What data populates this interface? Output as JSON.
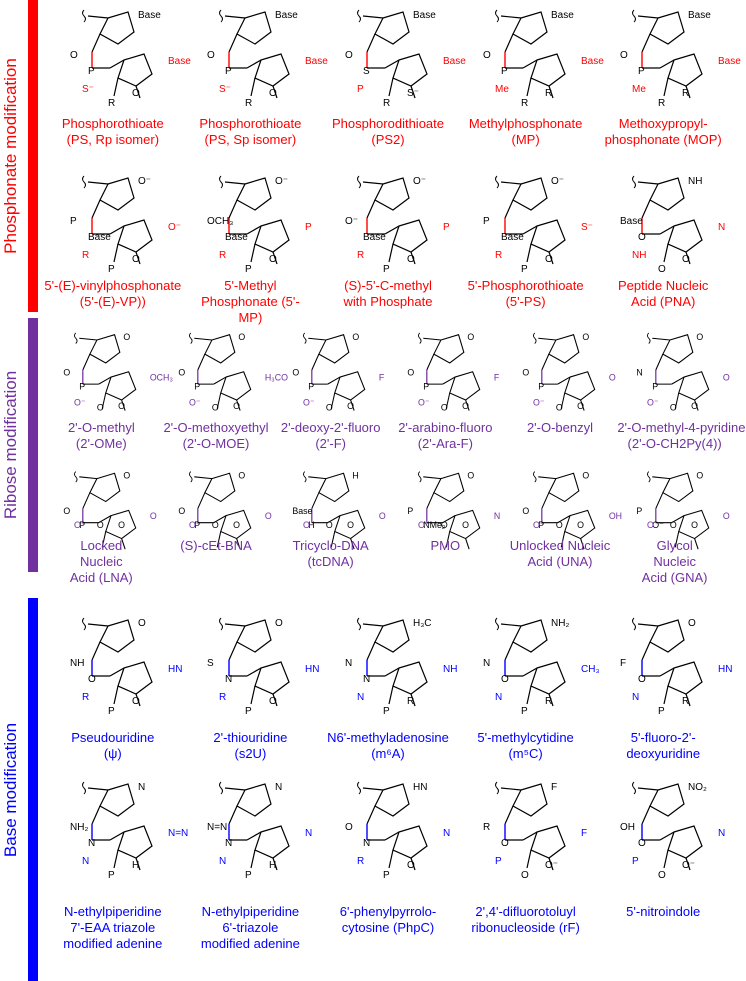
{
  "colors": {
    "phosphonate": "#ff0000",
    "ribose": "#7030a0",
    "base": "#0000ff",
    "structure": "#000000"
  },
  "sections": [
    {
      "key": "phosphonate",
      "label": "Phosphonate modification",
      "rows": [
        {
          "items": [
            {
              "lines": [
                "Phosphorothioate",
                "(PS, Rp isomer)"
              ],
              "atoms": [
                "Base",
                "Base",
                "O",
                "P",
                "S⁻",
                "O",
                "R"
              ]
            },
            {
              "lines": [
                "Phosphorothioate",
                "(PS, Sp isomer)"
              ],
              "atoms": [
                "Base",
                "Base",
                "O",
                "P",
                "S⁻",
                "O",
                "R"
              ]
            },
            {
              "lines": [
                "Phosphorodithioate",
                "(PS2)"
              ],
              "atoms": [
                "Base",
                "Base",
                "O",
                "S",
                "P",
                "S⁻",
                "R"
              ]
            },
            {
              "lines": [
                "Methylphosphonate",
                "(MP)"
              ],
              "atoms": [
                "Base",
                "Base",
                "O",
                "P",
                "Me",
                "R",
                "R"
              ]
            },
            {
              "lines": [
                "Methoxypropyl-",
                "phosphonate (MOP)"
              ],
              "atoms": [
                "Base",
                "Base",
                "O",
                "P",
                "Me",
                "R",
                "R"
              ]
            }
          ]
        },
        {
          "items": [
            {
              "lines": [
                "5'-(E)-vinylphosphonate",
                "(5'-(E)-VP))"
              ],
              "atoms": [
                "O⁻",
                "O⁻",
                "P",
                "Base",
                "R",
                "O",
                "P"
              ]
            },
            {
              "lines": [
                "5'-Methyl",
                "Phosphonate (5'-",
                "MP)"
              ],
              "atoms": [
                "O⁻",
                "P",
                "OCH₃",
                "Base",
                "R",
                "O",
                "P"
              ]
            },
            {
              "lines": [
                "(S)-5'-C-methyl",
                "with Phosphate"
              ],
              "atoms": [
                "O⁻",
                "P",
                "O⁻",
                "Base",
                "R",
                "O",
                "P"
              ]
            },
            {
              "lines": [
                "5'-Phosphorothioate",
                "(5'-PS)"
              ],
              "atoms": [
                "O⁻",
                "S⁻",
                "P",
                "Base",
                "R",
                "O",
                "P"
              ]
            },
            {
              "lines": [
                "Peptide Nucleic",
                "Acid (PNA)"
              ],
              "atoms": [
                "NH",
                "N",
                "Base",
                "O",
                "NH",
                "O",
                "O"
              ]
            }
          ]
        }
      ]
    },
    {
      "key": "ribose",
      "label": "Ribose modification",
      "rows": [
        {
          "items": [
            {
              "lines": [
                "2'-O-methyl",
                "(2'-OMe)"
              ],
              "atoms": [
                "O",
                "OCH₃",
                "O",
                "P",
                "O⁻",
                "O",
                "O"
              ]
            },
            {
              "lines": [
                "2'-O-methoxyethyl",
                "(2'-O-MOE)"
              ],
              "atoms": [
                "O",
                "H₃CO",
                "O",
                "P",
                "O⁻",
                "O",
                "O"
              ]
            },
            {
              "lines": [
                "2'-deoxy-2'-fluoro",
                "(2'-F)"
              ],
              "atoms": [
                "O",
                "F",
                "O",
                "P",
                "O⁻",
                "O",
                "O"
              ]
            },
            {
              "lines": [
                "2'-arabino-fluoro",
                "(2'-Ara-F)"
              ],
              "atoms": [
                "O",
                "F",
                "O",
                "P",
                "O⁻",
                "O",
                "O"
              ]
            },
            {
              "lines": [
                "2'-O-benzyl"
              ],
              "atoms": [
                "O",
                "O",
                "O",
                "P",
                "O⁻",
                "O",
                "O"
              ]
            },
            {
              "lines": [
                "2'-O-methyl-4-pyridine",
                "(2'-O-CH2Py(4))"
              ],
              "atoms": [
                "O",
                "O",
                "N",
                "P",
                "O⁻",
                "O",
                "O"
              ]
            }
          ]
        },
        {
          "items": [
            {
              "lines": [
                "Locked",
                "Nucleic",
                "Acid (LNA)"
              ],
              "atoms": [
                "O",
                "O",
                "O",
                "P",
                "O⁻",
                "O",
                "O"
              ]
            },
            {
              "lines": [
                "(S)-cEt-BNA"
              ],
              "atoms": [
                "O",
                "O",
                "O",
                "P",
                "O⁻",
                "O",
                "O"
              ]
            },
            {
              "lines": [
                "Tricyclo-DNA",
                "(tcDNA)"
              ],
              "atoms": [
                "H",
                "O",
                "Base",
                "H",
                "O",
                "O",
                "O"
              ]
            },
            {
              "lines": [
                "PMO"
              ],
              "atoms": [
                "O",
                "N",
                "P",
                "NMe₂",
                "O⁻",
                "O",
                "O"
              ]
            },
            {
              "lines": [
                "Unlocked Nucleic",
                "Acid (UNA)"
              ],
              "atoms": [
                "O",
                "OH",
                "O",
                "P",
                "O⁻",
                "O",
                "O"
              ]
            },
            {
              "lines": [
                "Glycol",
                "Nucleic",
                "Acid (GNA)"
              ],
              "atoms": [
                "O",
                "O",
                "P",
                "O⁻",
                "O",
                "O",
                "O"
              ]
            }
          ]
        }
      ]
    },
    {
      "key": "base",
      "label": "Base modification",
      "rows": [
        {
          "items": [
            {
              "lines": [
                "Pseudouridine",
                "(ψ)"
              ],
              "atoms": [
                "O",
                "HN",
                "NH",
                "O",
                "R",
                "O",
                "P"
              ]
            },
            {
              "lines": [
                "2'-thiouridine",
                "(s2U)"
              ],
              "atoms": [
                "O",
                "HN",
                "S",
                "N",
                "R",
                "O",
                "P"
              ]
            },
            {
              "lines": [
                "N6'-methyladenosine",
                "(m⁶A)"
              ],
              "atoms": [
                "H₃C",
                "NH",
                "N",
                "N",
                "N",
                "R",
                "P"
              ]
            },
            {
              "lines": [
                "5'-methylcytidine",
                "(m⁵C)"
              ],
              "atoms": [
                "NH₂",
                "CH₃",
                "N",
                "O",
                "N",
                "R",
                "P"
              ]
            },
            {
              "lines": [
                "5'-fluoro-2'-",
                "deoxyuridine"
              ],
              "atoms": [
                "O",
                "HN",
                "F",
                "O",
                "N",
                "R",
                "P"
              ]
            }
          ]
        },
        {
          "items": [
            {
              "lines": [
                "N-ethylpiperidine",
                "7'-EAA triazole",
                "modified adenine"
              ],
              "atoms": [
                "N",
                "N=N",
                "NH₂",
                "N",
                "N",
                "H",
                "P"
              ]
            },
            {
              "lines": [
                "N-ethylpiperidine",
                "6'-triazole",
                "modified adenine"
              ],
              "atoms": [
                "N",
                "N",
                "N=N",
                "N",
                "N",
                "H",
                "P"
              ]
            },
            {
              "lines": [
                "6'-phenylpyrrolo-",
                "cytosine (PhpC)"
              ],
              "atoms": [
                "HN",
                "N",
                "O",
                "N",
                "R",
                "O",
                "P"
              ]
            },
            {
              "lines": [
                "2',4'-difluorotoluyl",
                "ribonucleoside (rF)"
              ],
              "atoms": [
                "F",
                "F",
                "R",
                "O",
                "P",
                "O⁻",
                "O"
              ]
            },
            {
              "lines": [
                "5'-nitroindole"
              ],
              "atoms": [
                "NO₂",
                "N",
                "OH",
                "O",
                "P",
                "O⁻",
                "O"
              ]
            }
          ]
        }
      ]
    }
  ]
}
